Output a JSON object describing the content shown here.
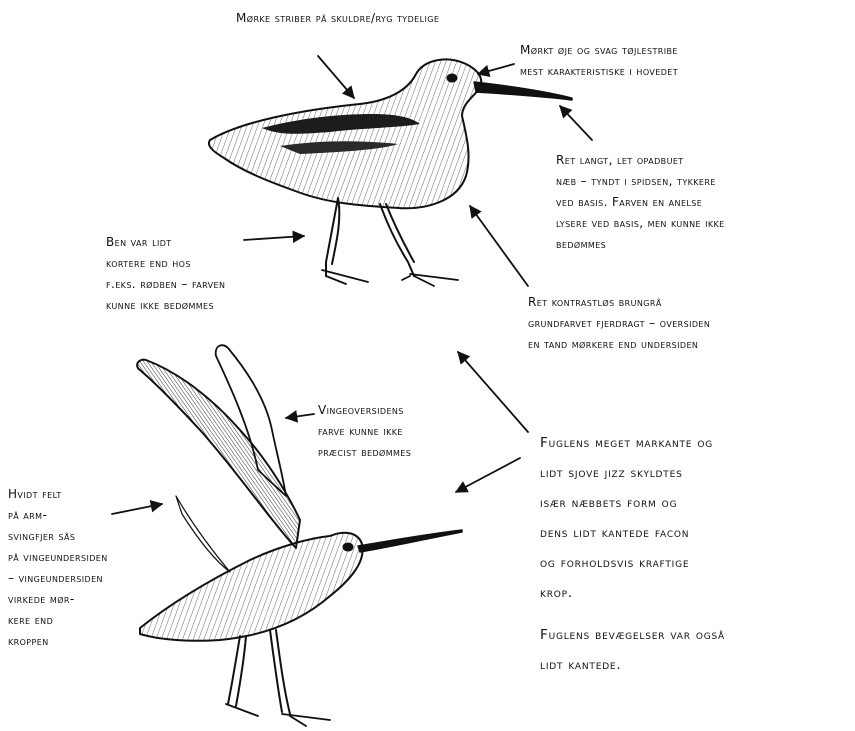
{
  "notes": {
    "shoulder_stripes": "Mørke striber på skuldre/ryg tydelige",
    "eye": [
      "Mørkt øje og svag tøjlestribe",
      "mest karakteristiske i hovedet"
    ],
    "bill": [
      "Ret langt, let opadbuet",
      "næb – tyndt i spidsen, tykkere",
      "ved basis. Farven en anelse",
      "lysere ved basis, men kunne ikke",
      "bedømmes"
    ],
    "legs": [
      "Ben var lidt",
      "kortere end hos",
      "f.eks. rødben – farven",
      "kunne ikke bedømmes"
    ],
    "plumage": [
      "Ret kontrastløs brungrå",
      "grundfarvet fjerdragt – oversiden",
      "en tand mørkere end undersiden"
    ],
    "upperwing": [
      "Vingeoversidens",
      "farve kunne ikke",
      "præcist bedømmes"
    ],
    "wing_patch": [
      "Hvidt felt",
      "på arm-",
      "svingfjer sås",
      "på vingeundersiden",
      "– vingeundersiden",
      "virkede mør-",
      "kere end",
      "kroppen"
    ],
    "jizz": [
      "Fuglens meget markante og",
      "lidt sjove jizz skyldtes",
      "især næbbets form og",
      "dens lidt kantede facon",
      "og forholdsvis kraftige",
      "krop."
    ],
    "movement": [
      "Fuglens bevægelser var også",
      "lidt kantede."
    ]
  },
  "colors": {
    "ink": "#111111",
    "paper": "#ffffff",
    "stripe": "#1c1c1c"
  }
}
